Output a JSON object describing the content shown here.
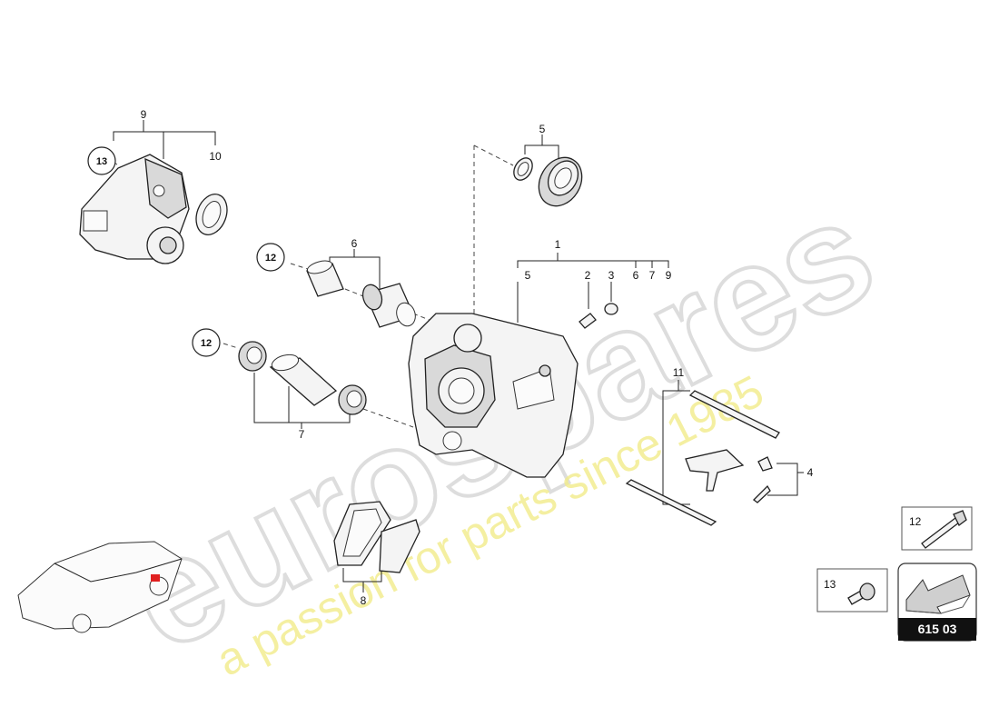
{
  "watermark": {
    "brand": "eurospares",
    "tagline": "a passion for parts since 1985",
    "brand_color": "#d8d8d8",
    "tagline_color": "#f2ec8a"
  },
  "callouts": {
    "c1": "1",
    "c2": "2",
    "c3": "3",
    "c4": "4",
    "c5_top": "5",
    "c5_sub": "5",
    "c6": "6",
    "c6_sub": "6",
    "c7": "7",
    "c7_sub": "7",
    "c8": "8",
    "c9": "9",
    "c9_sub": "9",
    "c10": "10",
    "c11": "11",
    "c12_a": "12",
    "c12_b": "12",
    "c13": "13"
  },
  "legend": {
    "item12_label": "12",
    "item13_label": "13"
  },
  "badge": {
    "code": "615 03",
    "color": "#111111"
  },
  "car": {
    "highlight_color": "#e02020"
  }
}
